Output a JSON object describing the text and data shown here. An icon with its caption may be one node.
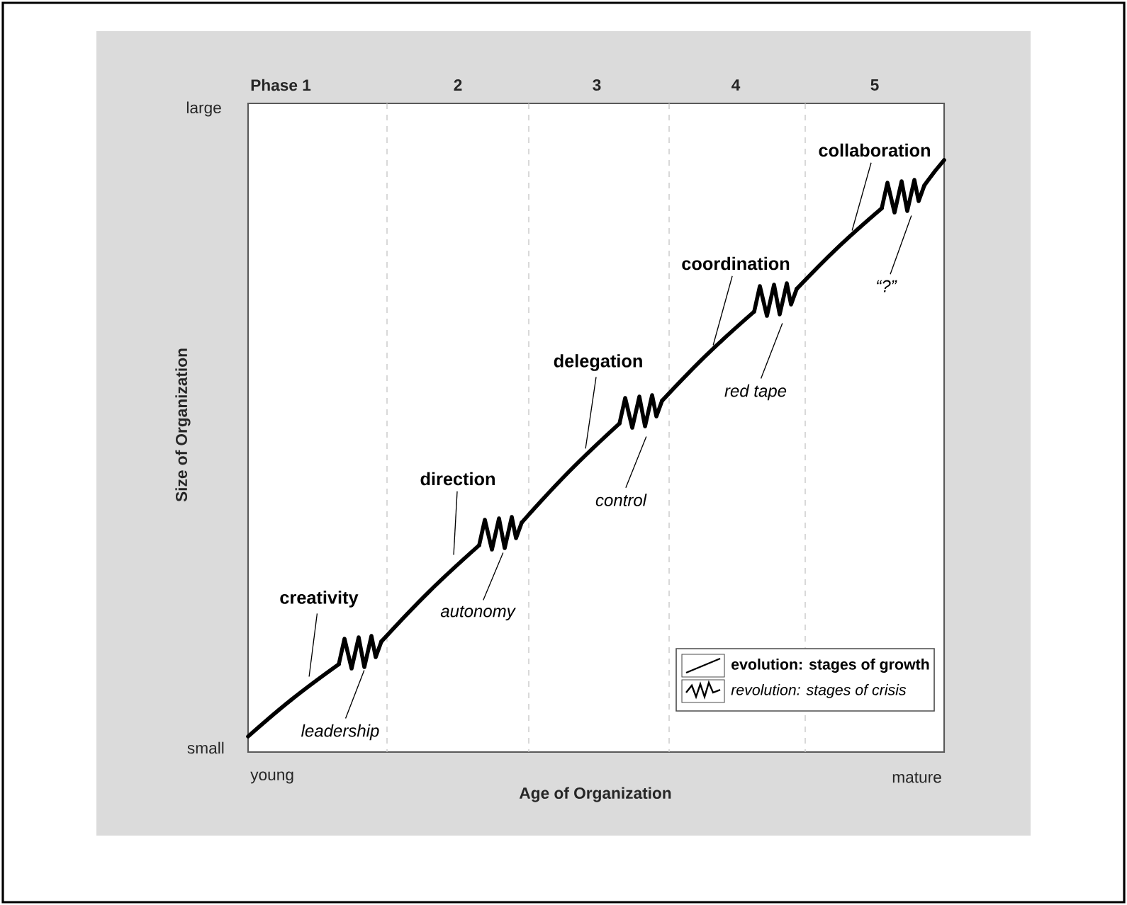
{
  "diagram": {
    "nodes": [
      {
        "text": [
          "creativity"
        ]
      },
      {
        "text": [
          "leadership"
        ]
      },
      {
        "text": [
          "direction"
        ]
      },
      {
        "text": [
          "autonomy"
        ]
      },
      {
        "text": [
          "delegation"
        ]
      },
      {
        "text": [
          "control"
        ]
      },
      {
        "text": [
          "coordination"
        ]
      },
      {
        "text": [
          "red tape"
        ]
      },
      {
        "text": [
          "collaboration"
        ]
      },
      {
        "text": [
          "“?”"
        ]
      },
      {
        "text": [],
        "shape": "line"
      },
      {
        "text": [],
        "shape": "zigzag"
      },
      {
        "text": [],
        "shape": "line"
      },
      {
        "text": [],
        "shape": "zigzag"
      },
      {
        "text": [],
        "shape": "line"
      },
      {
        "text": [],
        "shape": "zigzag"
      },
      {
        "text": [],
        "shape": "line"
      },
      {
        "text": [],
        "shape": "zigzag"
      },
      {
        "text": [],
        "shape": "line"
      },
      {
        "text": [],
        "shape": "zigzag"
      },
      {
        "text": [],
        "shape": "line"
      }
    ],
    "edges": [
      {
        "from": 0,
        "to": 10,
        "arrow": "none"
      },
      {
        "from": 1,
        "to": 11,
        "arrow": "none"
      },
      {
        "from": 2,
        "to": 12,
        "arrow": "none"
      },
      {
        "from": 3,
        "to": 13,
        "arrow": "none"
      },
      {
        "from": 4,
        "to": 14,
        "arrow": "none"
      },
      {
        "from": 5,
        "to": 15,
        "arrow": "none"
      },
      {
        "from": 6,
        "to": 16,
        "arrow": "none"
      },
      {
        "from": 7,
        "to": 17,
        "arrow": "none"
      },
      {
        "from": 8,
        "to": 18,
        "arrow": "none"
      },
      {
        "from": 9,
        "to": 19,
        "arrow": "none"
      }
    ],
    "labels": [
      "Phase 1",
      "2",
      "3",
      "4",
      "5",
      "large",
      "Size of Organization",
      "small",
      "young",
      "Age of Organization",
      "mature"
    ],
    "legend": [
      {
        "text": "evolution: stages of growth"
      },
      {
        "text": "revolution: stages of crisis"
      }
    ]
  }
}
